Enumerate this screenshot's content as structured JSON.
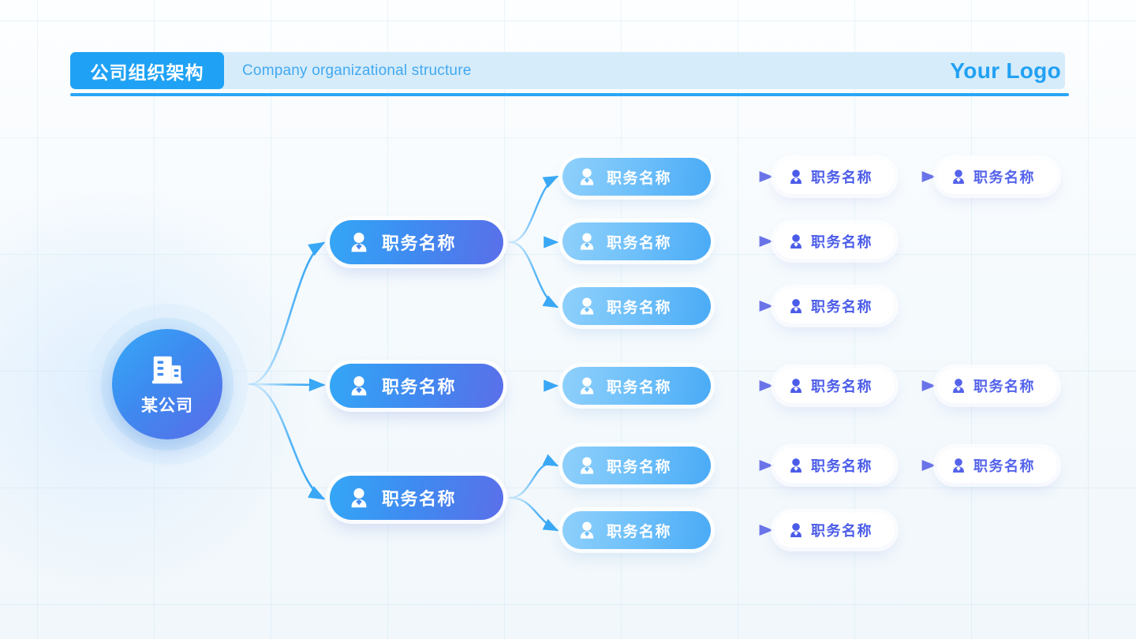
{
  "header": {
    "title_badge": "公司组织架构",
    "subtitle": "Company organizational structure",
    "logo": "Your Logo",
    "badge_color": "#1fa2f5",
    "bar_color": "#d6ecfb",
    "rule_color": "#2aa6f4",
    "subtitle_color": "#43a9ef",
    "logo_color": "#21a1f3"
  },
  "root": {
    "label": "某公司",
    "icon": "building-icon",
    "gradient_from": "#36a9f7",
    "gradient_to": "#5a6ce8"
  },
  "icons": {
    "person": "person-icon",
    "building": "building-icon",
    "arrow": "arrow-icon"
  },
  "colors": {
    "level1_gradient": "#34a7f6 → #5a6fe9",
    "level2_gradient": "#8fd0fb → #49aaf6",
    "level3_bg": "#ffffff",
    "level3_text": "#4b5ce8",
    "connector_blue": "#3aa8f5",
    "connector_indigo": "#6a74e8",
    "background": "#f5fafd"
  },
  "tree": {
    "branches": [
      {
        "id": "branch-1",
        "level1": {
          "label": "职务名称"
        },
        "children": [
          {
            "label": "职务名称",
            "level3": [
              {
                "label": "职务名称"
              },
              {
                "label": "职务名称"
              }
            ]
          },
          {
            "label": "职务名称",
            "level3": [
              {
                "label": "职务名称"
              }
            ]
          },
          {
            "label": "职务名称",
            "level3": [
              {
                "label": "职务名称"
              }
            ]
          }
        ]
      },
      {
        "id": "branch-2",
        "level1": {
          "label": "职务名称"
        },
        "children": [
          {
            "label": "职务名称",
            "level3": [
              {
                "label": "职务名称"
              },
              {
                "label": "职务名称"
              }
            ]
          }
        ]
      },
      {
        "id": "branch-3",
        "level1": {
          "label": "职务名称"
        },
        "children": [
          {
            "label": "职务名称",
            "level3": [
              {
                "label": "职务名称"
              },
              {
                "label": "职务名称"
              }
            ]
          },
          {
            "label": "职务名称",
            "level3": [
              {
                "label": "职务名称"
              }
            ]
          }
        ]
      }
    ]
  },
  "nodes": {
    "l1_a": "职务名称",
    "l1_b": "职务名称",
    "l1_c": "职务名称",
    "l2_r1": "职务名称",
    "l2_r2": "职务名称",
    "l2_r3": "职务名称",
    "l2_r4": "职务名称",
    "l2_r5": "职务名称",
    "l2_r6": "职务名称",
    "l3_r1": "职务名称",
    "l3_r2": "职务名称",
    "l3_r3": "职务名称",
    "l3_r4": "职务名称",
    "l3_r5": "职务名称",
    "l3_r6": "职务名称",
    "l4_r1": "职务名称",
    "l4_r4": "职务名称",
    "l4_r5": "职务名称"
  }
}
